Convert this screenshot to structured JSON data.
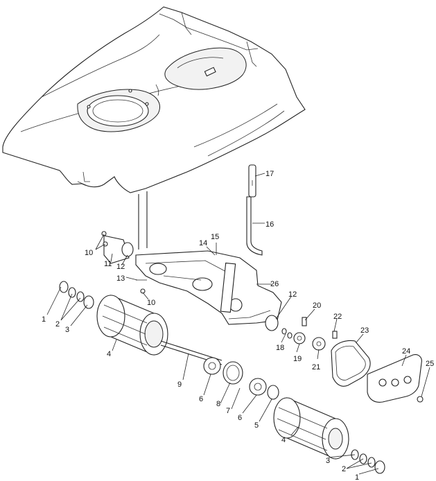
{
  "diagram": {
    "title": "Mower rear roller drive — exploded parts view",
    "callouts": [
      {
        "id": "c1a",
        "text": "1"
      },
      {
        "id": "c2a",
        "text": "2"
      },
      {
        "id": "c3a",
        "text": "3"
      },
      {
        "id": "c4a",
        "text": "4"
      },
      {
        "id": "c9",
        "text": "9"
      },
      {
        "id": "c6a",
        "text": "6"
      },
      {
        "id": "c8",
        "text": "8"
      },
      {
        "id": "c7",
        "text": "7"
      },
      {
        "id": "c6b",
        "text": "6"
      },
      {
        "id": "c5",
        "text": "5"
      },
      {
        "id": "c4b",
        "text": "4"
      },
      {
        "id": "c3b",
        "text": "3"
      },
      {
        "id": "c2b",
        "text": "2"
      },
      {
        "id": "c1b",
        "text": "1"
      },
      {
        "id": "c10a",
        "text": "10"
      },
      {
        "id": "c11",
        "text": "11"
      },
      {
        "id": "c12a",
        "text": "12"
      },
      {
        "id": "c13",
        "text": "13"
      },
      {
        "id": "c10b",
        "text": "10"
      },
      {
        "id": "c14",
        "text": "14"
      },
      {
        "id": "c15",
        "text": "15"
      },
      {
        "id": "c16",
        "text": "16"
      },
      {
        "id": "c17",
        "text": "17"
      },
      {
        "id": "c26",
        "text": "26"
      },
      {
        "id": "c12b",
        "text": "12"
      },
      {
        "id": "c20",
        "text": "20"
      },
      {
        "id": "c18",
        "text": "18"
      },
      {
        "id": "c19",
        "text": "19"
      },
      {
        "id": "c21",
        "text": "21"
      },
      {
        "id": "c22",
        "text": "22"
      },
      {
        "id": "c23",
        "text": "23"
      },
      {
        "id": "c24",
        "text": "24"
      },
      {
        "id": "c25",
        "text": "25"
      }
    ]
  }
}
